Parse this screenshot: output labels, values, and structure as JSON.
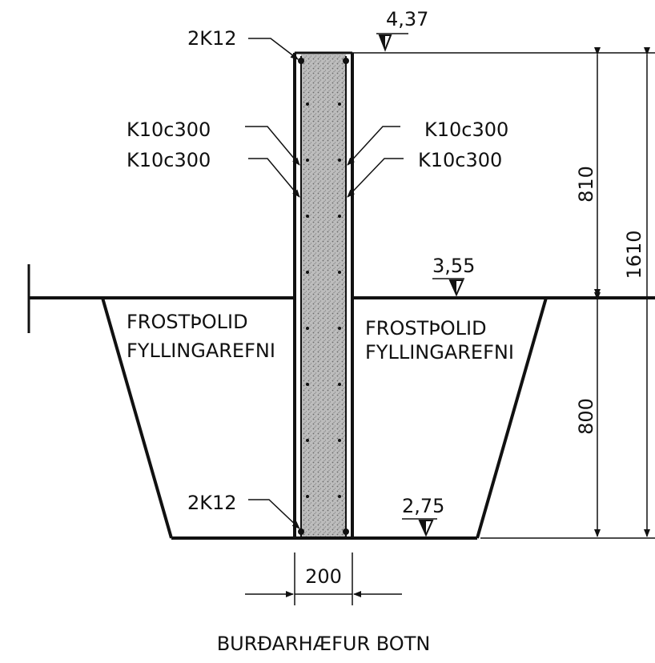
{
  "labels": {
    "rebar_top": "2K12",
    "rebar_bottom": "2K12",
    "stirrup_left_1": "K10c300",
    "stirrup_left_2": "K10c300",
    "stirrup_right_1": "K10c300",
    "stirrup_right_2": "K10c300",
    "fill_left_line1": "FROSTÞOLID",
    "fill_left_line2": "FYLLINGAREFNI",
    "fill_right_line1": "FROSTÞOLID",
    "fill_right_line2": "FYLLINGAREFNI",
    "bottom_note": "BURÐARHÆFUR BOTN"
  },
  "elevations": {
    "top": "4,37",
    "ground": "3,55",
    "bottom": "2,75"
  },
  "dimensions": {
    "upper": "810",
    "lower": "800",
    "total": "1610",
    "wall_width": "200"
  },
  "colors": {
    "ink": "#111111",
    "concrete": "#b8b8b8"
  }
}
